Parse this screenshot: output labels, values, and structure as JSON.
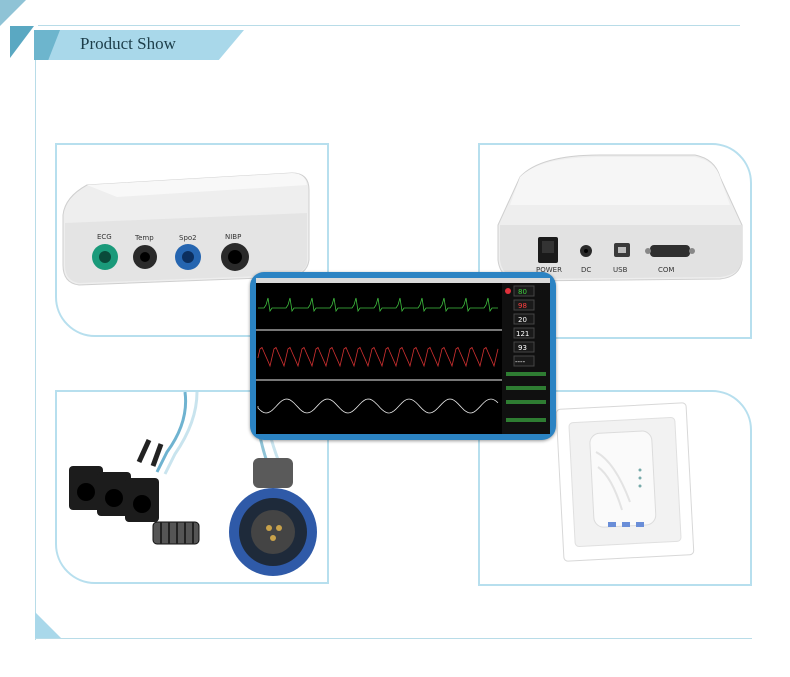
{
  "header": {
    "title": "Product Show"
  },
  "colors": {
    "frame_line": "#b8dce8",
    "banner": "#a9d8ea",
    "banner_dark": "#5aa8c2",
    "monitor_bezel": "#2b83c3",
    "ecg_wave": "#3fbf3f",
    "resp_wave": "#d03030",
    "pleth_wave": "#e8e8e8"
  },
  "front_panel": {
    "connectors": [
      {
        "label": "ECG",
        "color": "#1a9a7a"
      },
      {
        "label": "Temp",
        "color": "#222222"
      },
      {
        "label": "Spo2",
        "color": "#2565b0"
      },
      {
        "label": "NIBP",
        "color": "#222222"
      }
    ]
  },
  "back_panel": {
    "ports": [
      {
        "label": "POWER"
      },
      {
        "label": "DC"
      },
      {
        "label": "USB"
      },
      {
        "label": "COM"
      }
    ]
  },
  "monitor_screen": {
    "readouts": [
      "80",
      "98",
      "20",
      "121",
      "93",
      "----"
    ]
  },
  "icons": [
    "ecg-connector-icon",
    "temp-connector-icon",
    "spo2-connector-icon",
    "nibp-connector-icon",
    "power-switch-icon",
    "dc-jack-icon",
    "usb-port-icon",
    "com-port-icon"
  ]
}
